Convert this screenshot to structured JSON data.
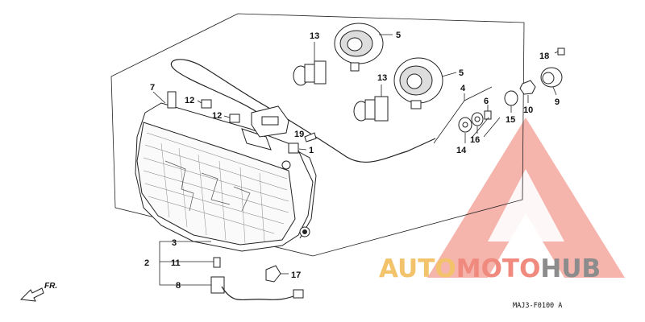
{
  "diagram": {
    "part_labels": [
      {
        "id": "p1",
        "text": "1"
      },
      {
        "id": "p2",
        "text": "2"
      },
      {
        "id": "p3",
        "text": "3"
      },
      {
        "id": "p4",
        "text": "4"
      },
      {
        "id": "p5a",
        "text": "5"
      },
      {
        "id": "p5b",
        "text": "5"
      },
      {
        "id": "p6",
        "text": "6"
      },
      {
        "id": "p7",
        "text": "7"
      },
      {
        "id": "p8",
        "text": "8"
      },
      {
        "id": "p9",
        "text": "9"
      },
      {
        "id": "p10",
        "text": "10"
      },
      {
        "id": "p11",
        "text": "11"
      },
      {
        "id": "p12a",
        "text": "12"
      },
      {
        "id": "p12b",
        "text": "12"
      },
      {
        "id": "p13a",
        "text": "13"
      },
      {
        "id": "p13b",
        "text": "13"
      },
      {
        "id": "p14",
        "text": "14"
      },
      {
        "id": "p15",
        "text": "15"
      },
      {
        "id": "p16",
        "text": "16"
      },
      {
        "id": "p17",
        "text": "17"
      },
      {
        "id": "p18",
        "text": "18"
      },
      {
        "id": "p19",
        "text": "19"
      }
    ],
    "front_indicator": "FR.",
    "figure_code": "MAJ3-F0100 A"
  },
  "watermark": {
    "part1": "AUTO",
    "part2": "MOTO",
    "part3": "HUB",
    "colors": {
      "auto": "#f2c36a",
      "moto": "#f08a7e",
      "hub": "#8c8c8c",
      "triangle": "#f2867a"
    }
  }
}
